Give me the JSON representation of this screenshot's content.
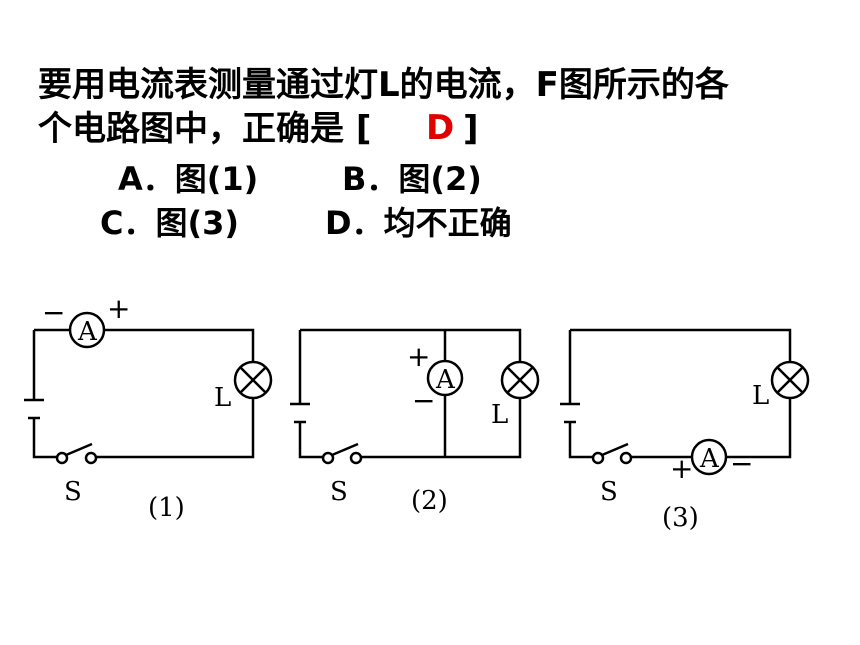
{
  "question": {
    "line1": "要用电流表测量通过灯L的电流，F图所示的各",
    "line2": "个电路图中，正确是 [",
    "line2_close": "]",
    "answer": "D"
  },
  "options": {
    "a": "A．图(1)",
    "b": "B．图(2)",
    "c": "C．图(3)",
    "d": "D．均不正确"
  },
  "diagrams": {
    "minus": "−",
    "plus": "+",
    "ammeter": "A",
    "lamp": "L",
    "switch": "S",
    "cap1": "(1)",
    "cap2": "(2)",
    "cap3": "(3)"
  },
  "colors": {
    "answer": "#e00000",
    "wire": "#000000"
  }
}
